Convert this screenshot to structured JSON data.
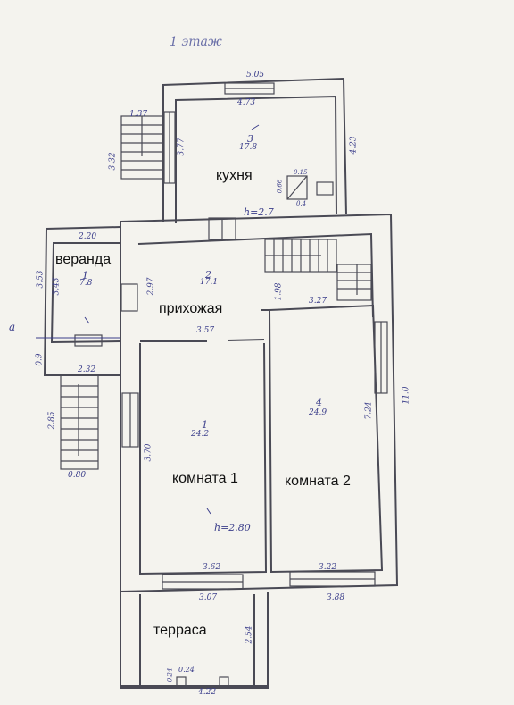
{
  "floor_label": "1 этаж",
  "colors": {
    "wall": "#4a4a55",
    "ink": "#3a3d8a",
    "paper": "#f4f3ee",
    "label": "#111111"
  },
  "rooms": {
    "kitchen": {
      "name": "кухня",
      "number": "3",
      "area": "17.8"
    },
    "veranda": {
      "name": "веранда",
      "number": "1",
      "area": "7.8"
    },
    "hallway": {
      "name": "прихожая",
      "number": "2",
      "area": "17.1"
    },
    "room1": {
      "name": "комната 1",
      "number": "1",
      "area": "24.2"
    },
    "room2": {
      "name": "комната 2",
      "number": "4",
      "area": "24.9"
    },
    "terrace": {
      "name": "терраса"
    }
  },
  "dims": {
    "kitchen_outer_w": "5.05",
    "kitchen_inner_w": "4.73",
    "kitchen_side": "4.23",
    "kitchen_depth": "3.77",
    "stair_w": "1.37",
    "stair_len": "3.32",
    "kitchen_height": "h=2.7",
    "stove_w": "0.15",
    "stove_d": "0.66",
    "stove_n": "0.4",
    "veranda_w": "2.20",
    "veranda_d": "3.53",
    "veranda_d2": "3.43",
    "hall_depth": "2.97",
    "hall_w": "3.57",
    "hall_side": "1.98",
    "room2_top_w": "3.27",
    "left_small": "0.9",
    "porch_w": "2.32",
    "porch_stair_len": "2.85",
    "porch_stair_w": "0.80",
    "room1_depth": "3.70",
    "room2_depth": "7.24",
    "total_depth": "11.0",
    "room1_height": "h=2.80",
    "room1_w": "3.62",
    "room2_w": "3.22",
    "terrace_w1": "3.07",
    "terrace_w2": "3.88",
    "terrace_depth": "2.54",
    "terrace_small": "0.24",
    "terrace_small2": "0.24",
    "terrace_bottom": "4.22",
    "letter_a": "a"
  }
}
